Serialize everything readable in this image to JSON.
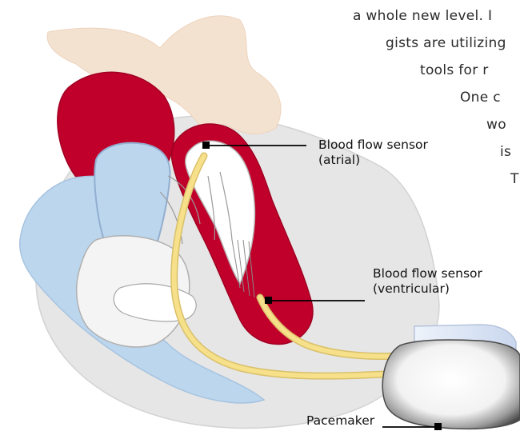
{
  "background_text": {
    "lines": [
      "a whole new level. I",
      "gists are utilizing",
      "tools  for  r",
      "One  c",
      "wo",
      "is",
      "T"
    ]
  },
  "labels": {
    "atrial_line1": "Blood flow sensor",
    "atrial_line2": "(atrial)",
    "ventricular_line1": "Blood flow sensor",
    "ventricular_line2": "(ventricular)",
    "pacemaker": "Pacemaker"
  },
  "colors": {
    "heart_muscle": "#c0002a",
    "vessel_blue": "#bcd6ee",
    "outer_tissue": "#e6e6e6",
    "aorta_tan": "#f4e2d0",
    "lead_yellow": "#f7e08a",
    "pacemaker_dark": "#555555"
  }
}
